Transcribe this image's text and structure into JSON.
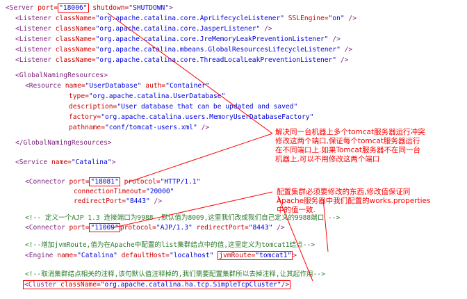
{
  "code": {
    "server": {
      "tag": "<Server",
      "port_attr": " port=",
      "port_val": "\"18006\"",
      "shutdown_attr": " shutdown=",
      "shutdown_val": "\"SHUTDOWN\"",
      "close": ">"
    },
    "listeners": [
      {
        "tag": "<Listener",
        "attr": " className=",
        "val": "\"org.apache.catalina.core.AprLifecycleListener\"",
        "extra_attr": " SSLEngine=",
        "extra_val": "\"on\"",
        "close": " />"
      },
      {
        "tag": "<Listener",
        "attr": " className=",
        "val": "\"org.apache.catalina.core.JasperListener\"",
        "close": " />"
      },
      {
        "tag": "<Listener",
        "attr": " className=",
        "val": "\"org.apache.catalina.core.JreMemoryLeakPreventionListener\"",
        "close": " />"
      },
      {
        "tag": "<Listener",
        "attr": " className=",
        "val": "\"org.apache.catalina.mbeans.GlobalResourcesLifecycleListener\"",
        "close": " />"
      },
      {
        "tag": "<Listener",
        "attr": " className=",
        "val": "\"org.apache.catalina.core.ThreadLocalLeakPreventionListener\"",
        "close": " />"
      }
    ],
    "gnr_open": "<GlobalNamingResources>",
    "resource": {
      "tag": "<Resource",
      "name_attr": " name=",
      "name_val": "\"UserDatabase\"",
      "auth_attr": " auth=",
      "auth_val": "\"Container\"",
      "type_attr": "type=",
      "type_val": "\"org.apache.catalina.UserDatabase\"",
      "desc_attr": "description=",
      "desc_val": "\"User database that can be updated and saved\"",
      "factory_attr": "factory=",
      "factory_val": "\"org.apache.catalina.users.MemoryUserDatabaseFactory\"",
      "path_attr": "pathname=",
      "path_val": "\"conf/tomcat-users.xml\"",
      "close": " />"
    },
    "gnr_close": "</GlobalNamingResources>",
    "service": {
      "tag": "<Service",
      "attr": " name=",
      "val": "\"Catalina\"",
      "close": ">"
    },
    "connector1": {
      "tag": "<Connector",
      "port_attr": " port=",
      "port_val": "\"18081\"",
      "proto_attr": " protocol=",
      "proto_val": "\"HTTP/1.1\"",
      "timeout_attr": "connectionTimeout=",
      "timeout_val": "\"20000\"",
      "redirect_attr": "redirectPort=",
      "redirect_val": "\"8443\"",
      "close": " />"
    },
    "comment_ajp": "<!-- 定义一个AJP 1.3 连接端口为9988 ,默认值为8009,这里我们改成我们自己定义的9988端口 -->",
    "connector2": {
      "tag": "<Connector",
      "port_attr": " port=",
      "port_val": "\"11009\"",
      "proto_attr": "protocol=",
      "proto_val": "\"AJP/1.3\"",
      "redirect_attr": " redirectPort=",
      "redirect_val": "\"8443\"",
      "close": " />"
    },
    "comment_jvm": "<!--增加jvmRoute,值为在Apache中配置的list集群结点中的值,这里定义为tomcat1结点-->",
    "engine": {
      "tag": "<Engine",
      "name_attr": " name=",
      "name_val": "\"Catalina\"",
      "host_attr": " defaultHost=",
      "host_val": "\"localhost\"",
      "jvm_attr": "jvmRoute=",
      "jvm_val": "\"tomcat1\"",
      "close": ">"
    },
    "comment_cluster": "<!--取消集群结点相关的注释,该句默认值注释掉的,我们需要配置集群所以去掉注释,让其起作用-->",
    "cluster": {
      "tag": "<Cluster",
      "attr": " className=",
      "val": "\"org.apache.catalina.ha.tcp.SimpleTcpCluster\"",
      "close": "/>"
    }
  },
  "annotations": {
    "note1": [
      "解决同一台机器上多个tomcat服务器运行冲突",
      "修改这两个端口,保证每个tomcat服务器运行",
      "在不同端口上.如果Tomcat服务器不在同一台",
      "机器上,可以不用修改这两个端口"
    ],
    "note2": [
      "配置集群必须要修改的东西,修改值保证同",
      "Apache服务器中我们配置的works.properties",
      "中的值一致."
    ]
  },
  "colors": {
    "annotation": "#ff0000",
    "tag": "#7a1f7a",
    "attribute": "#cc0000",
    "value": "#0000dd",
    "comment": "#2a7a2a"
  }
}
